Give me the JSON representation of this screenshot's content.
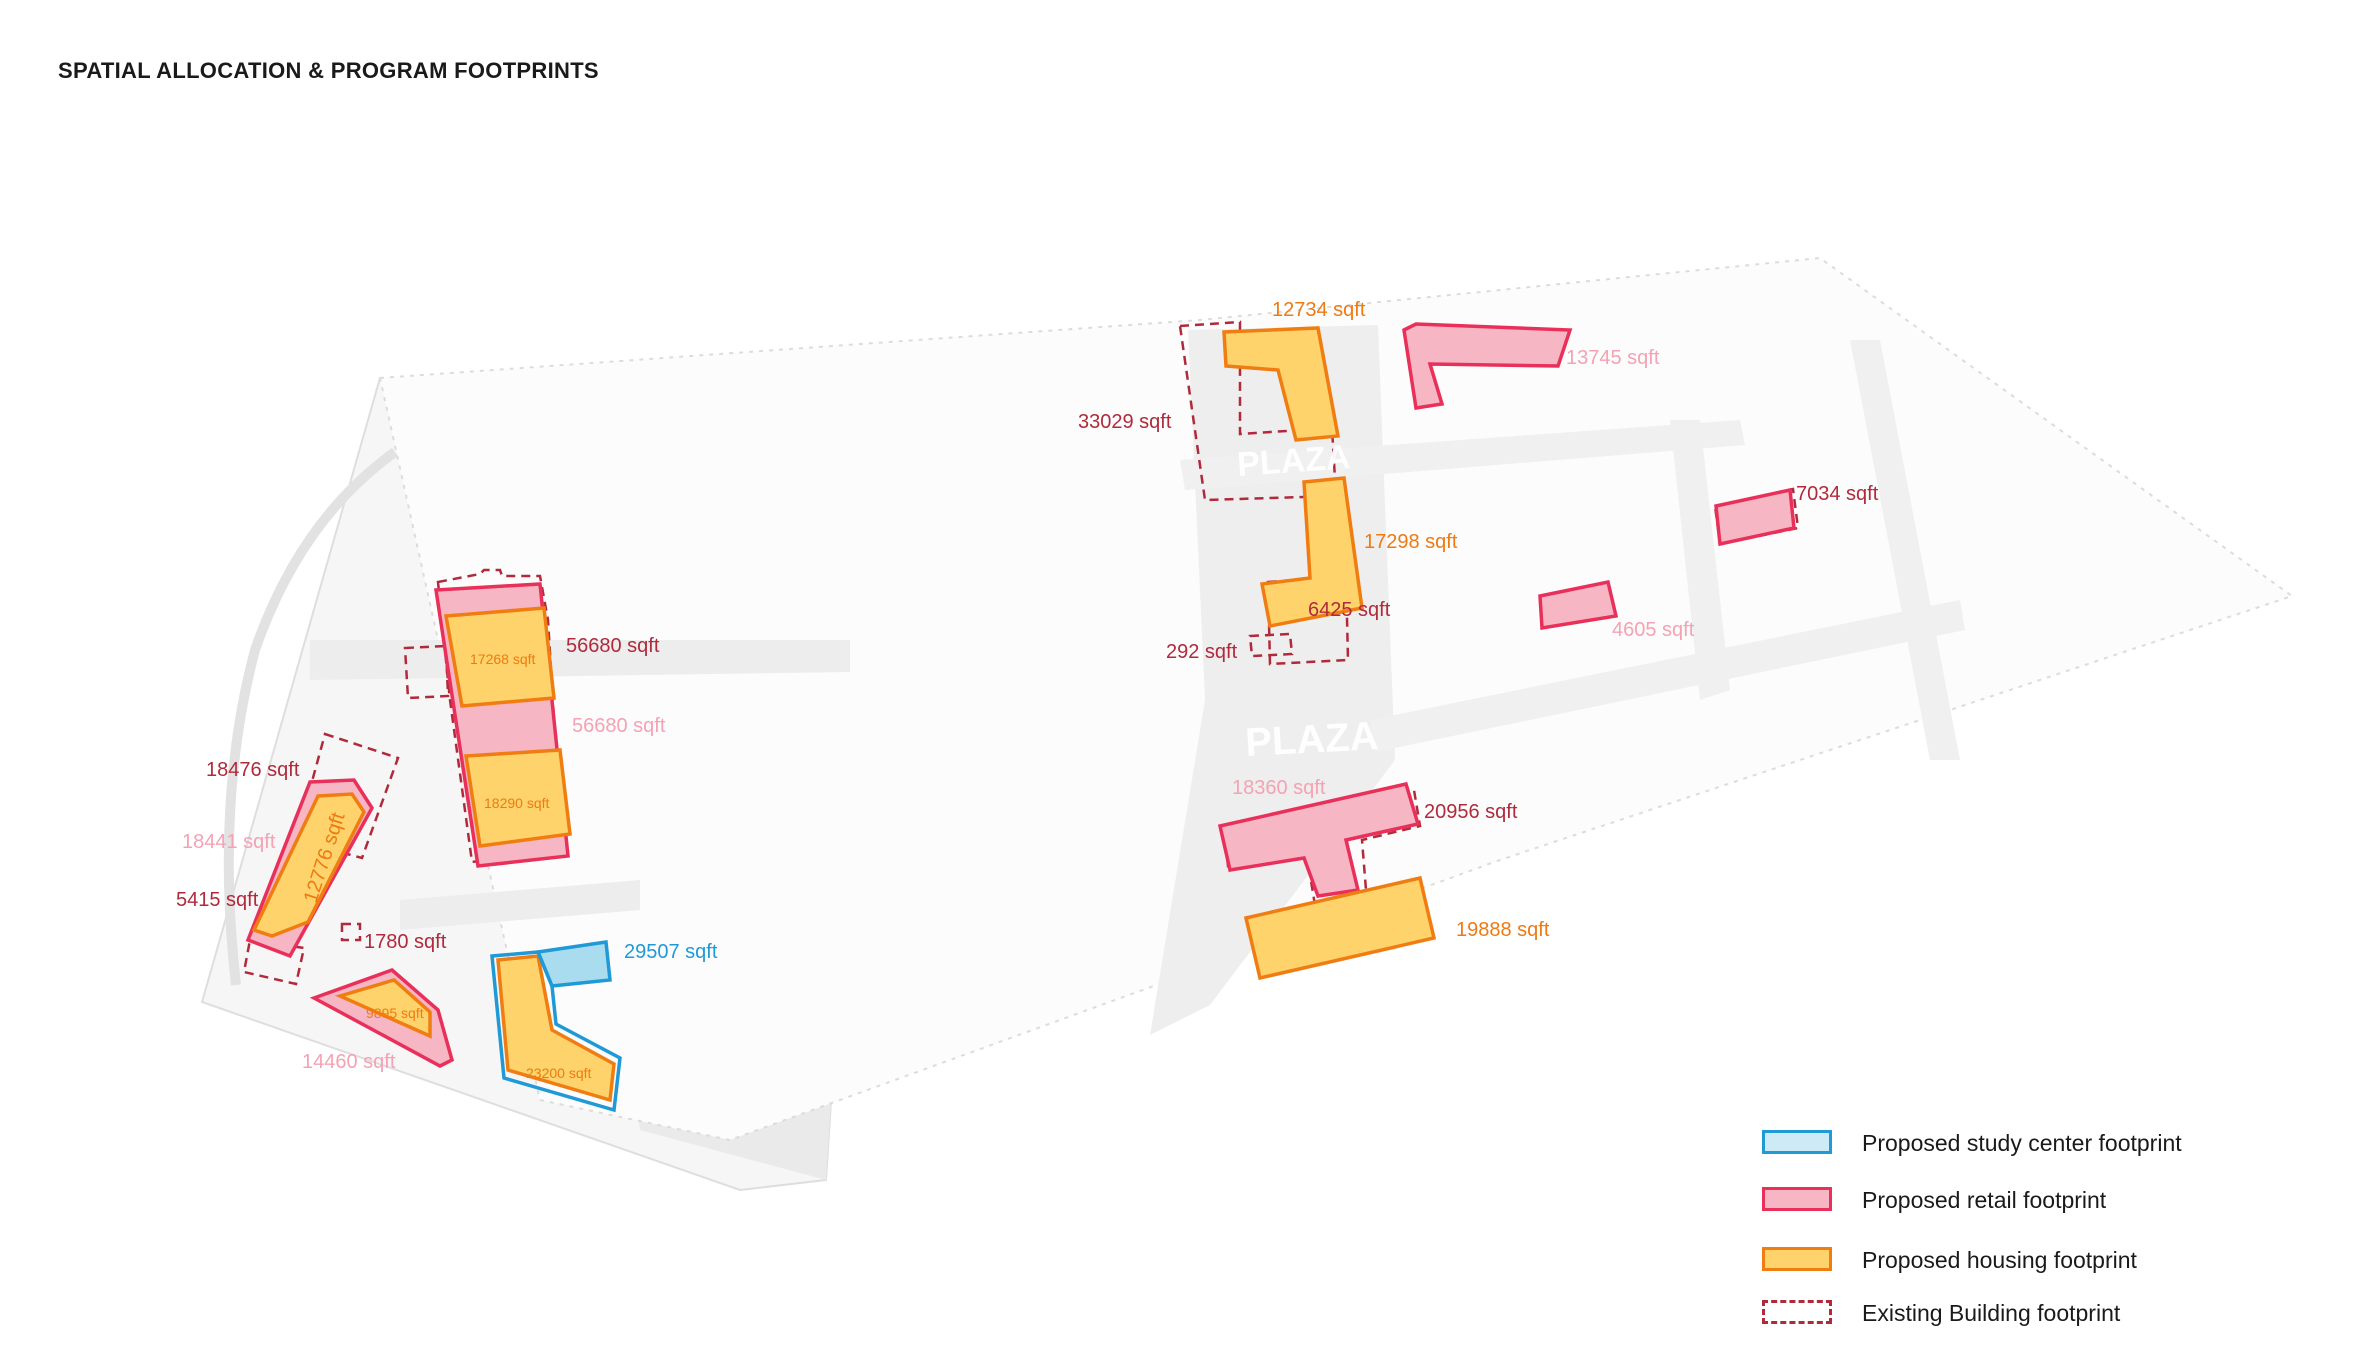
{
  "title": "SPATIAL ALLOCATION & PROGRAM FOOTPRINTS",
  "colors": {
    "study_fill": "#a8dcee",
    "study_stroke": "#1f9ad6",
    "retail_fill": "#f7b6c4",
    "retail_stroke": "#e8305a",
    "housing_fill": "#ffd36b",
    "housing_stroke": "#f07d12",
    "existing_stroke": "#b02a3c",
    "label_existing": "#b02a3c",
    "label_retail": "#f4a2b4",
    "label_housing": "#ee7a12",
    "label_study": "#1f9ad6"
  },
  "plazas": [
    "PLAZA",
    "PLAZA"
  ],
  "labels": {
    "l_12734": "12734 sqft",
    "l_13745": "13745 sqft",
    "l_33029": "33029 sqft",
    "l_7034": "7034 sqft",
    "l_17298": "17298 sqft",
    "l_6425": "6425 sqft",
    "l_292": "292 sqft",
    "l_4605": "4605 sqft",
    "l_18360": "18360 sqft",
    "l_20956": "20956 sqft",
    "l_19888": "19888 sqft",
    "l_56680a": "56680 sqft",
    "l_56680b": "56680 sqft",
    "l_17268": "17268 sqft",
    "l_18290": "18290 sqft",
    "l_18476": "18476 sqft",
    "l_18441": "18441 sqft",
    "l_12776": "12776 sqft",
    "l_5415": "5415 sqft",
    "l_1780": "1780 sqft",
    "l_29507": "29507 sqft",
    "l_9895": "9895 sqft",
    "l_14460": "14460 sqft",
    "l_23200": "23200 sqft"
  },
  "legend": [
    {
      "label": "Proposed study center footprint",
      "kind": "study"
    },
    {
      "label": "Proposed retail footprint",
      "kind": "retail"
    },
    {
      "label": "Proposed housing footprint",
      "kind": "housing"
    },
    {
      "label": "Existing Building footprint",
      "kind": "existing"
    }
  ]
}
